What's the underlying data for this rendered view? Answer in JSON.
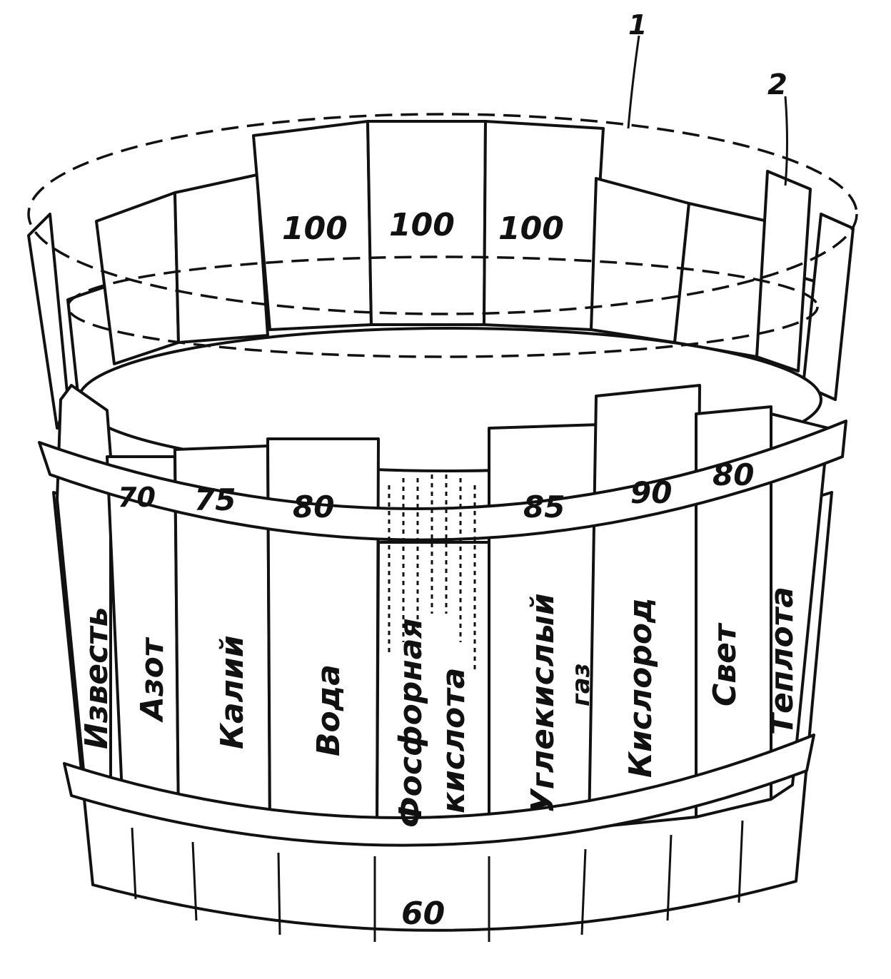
{
  "title": "Liebig barrel: limiting factors",
  "callouts": {
    "one": "1",
    "two": "2"
  },
  "back_staves": [
    "100",
    "100",
    "100"
  ],
  "front_staves": [
    {
      "label": "Известь",
      "value": ""
    },
    {
      "label": "Азот",
      "value": "70"
    },
    {
      "label": "Калий",
      "value": "75"
    },
    {
      "label": "Вода",
      "value": "80"
    },
    {
      "label": "Фосфорная кислота",
      "line1": "Фосфорная",
      "line2": "кислота",
      "value": "60"
    },
    {
      "label": "Углекислый газ",
      "line1": "Углекислый",
      "line2": "газ",
      "value": "85"
    },
    {
      "label": "Кислород",
      "value": "90"
    },
    {
      "label": "Свет",
      "value": "80"
    },
    {
      "label": "Теплота",
      "value": ""
    }
  ]
}
